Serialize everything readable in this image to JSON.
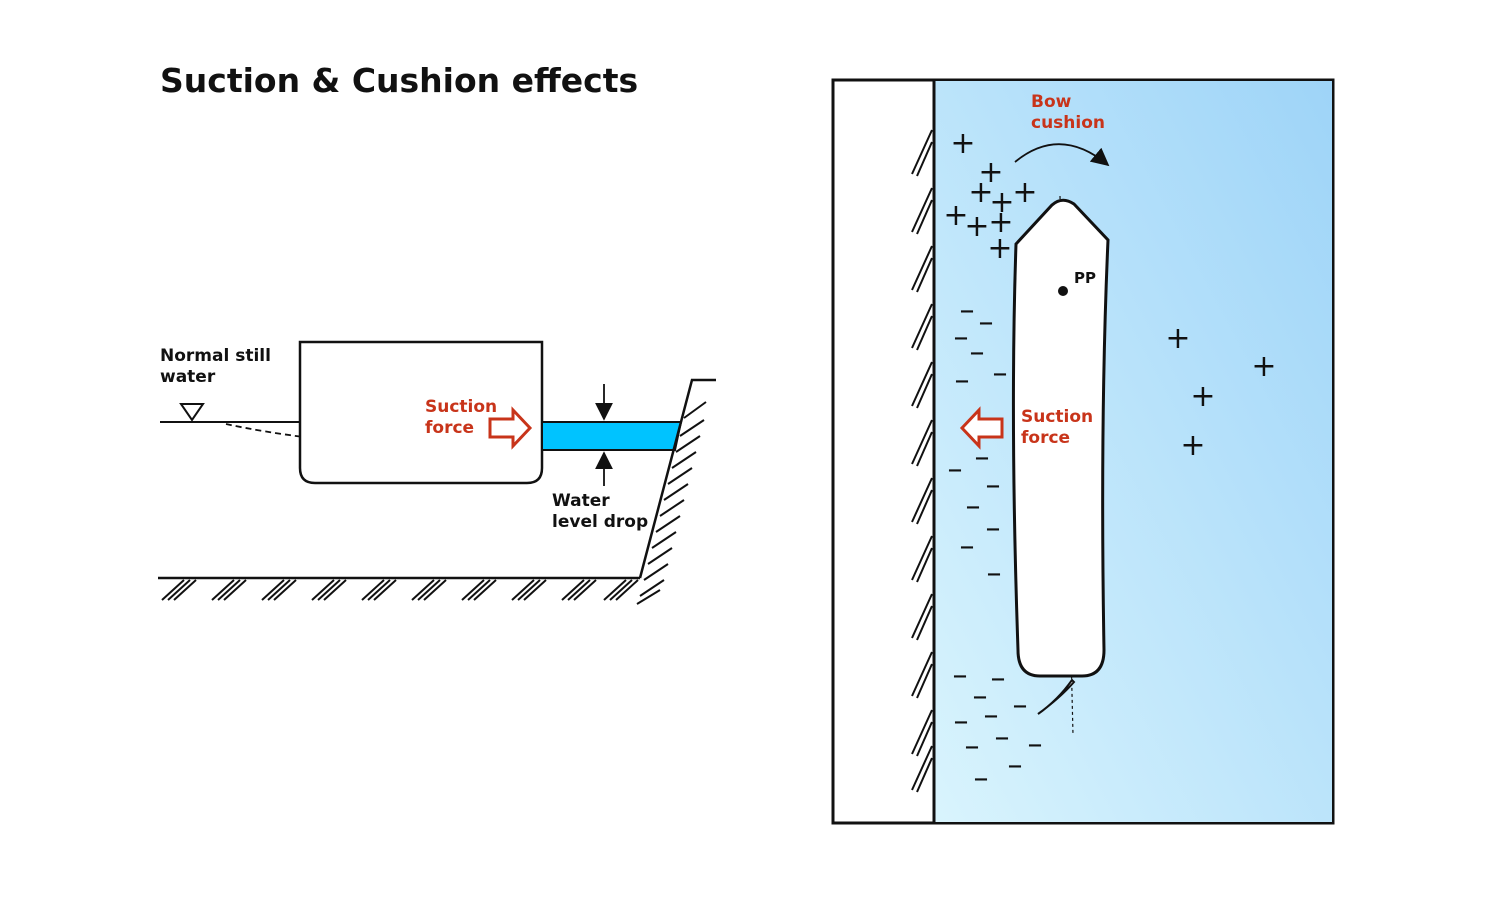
{
  "title": "Suction & Cushion effects",
  "left_diagram": {
    "still_water_label": [
      "Normal still",
      "water"
    ],
    "suction_label": [
      "Suction",
      "force"
    ],
    "level_drop_label": [
      "Water",
      "level drop"
    ],
    "water_color": "#00c3ff",
    "arrow_color": "#c8341a"
  },
  "right_diagram": {
    "bow_cushion_label": [
      "Bow",
      "cushion"
    ],
    "pivot_label": "PP",
    "suction_label": [
      "Suction",
      "force"
    ],
    "plus_sign": "+",
    "minus_sign": "–",
    "water_gradient": [
      "#d9f4fd",
      "#9ed4f8"
    ]
  }
}
